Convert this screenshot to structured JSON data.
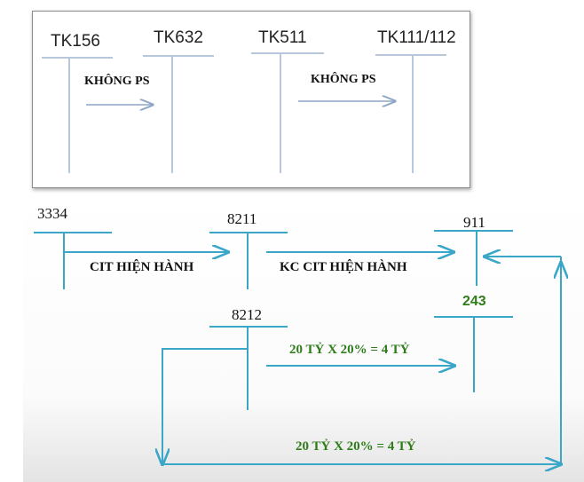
{
  "top_diagram": {
    "accounts": [
      "TK156",
      "TK632",
      "TK511",
      "TK111/112"
    ],
    "arrow_left_label": "KHÔNG PS",
    "arrow_right_label": "KHÔNG PS",
    "line_color": "#b8c8dc",
    "arrow_color": "#8ea6c6"
  },
  "bottom_diagram": {
    "accounts": {
      "a3334": "3334",
      "a8211": "8211",
      "a911": "911",
      "a8212": "8212",
      "a243": "243"
    },
    "labels": {
      "cit_current": "CIT HIỆN HÀNH",
      "kc_cit_current": "KC CIT HIỆN HÀNH",
      "formula_upper": "20 TỶ X 20% = 4 TỶ",
      "formula_lower": "20 TỶ X 20% = 4 TỶ"
    },
    "line_color": "#3aa6c8",
    "text_green": "#2e7d1a"
  }
}
